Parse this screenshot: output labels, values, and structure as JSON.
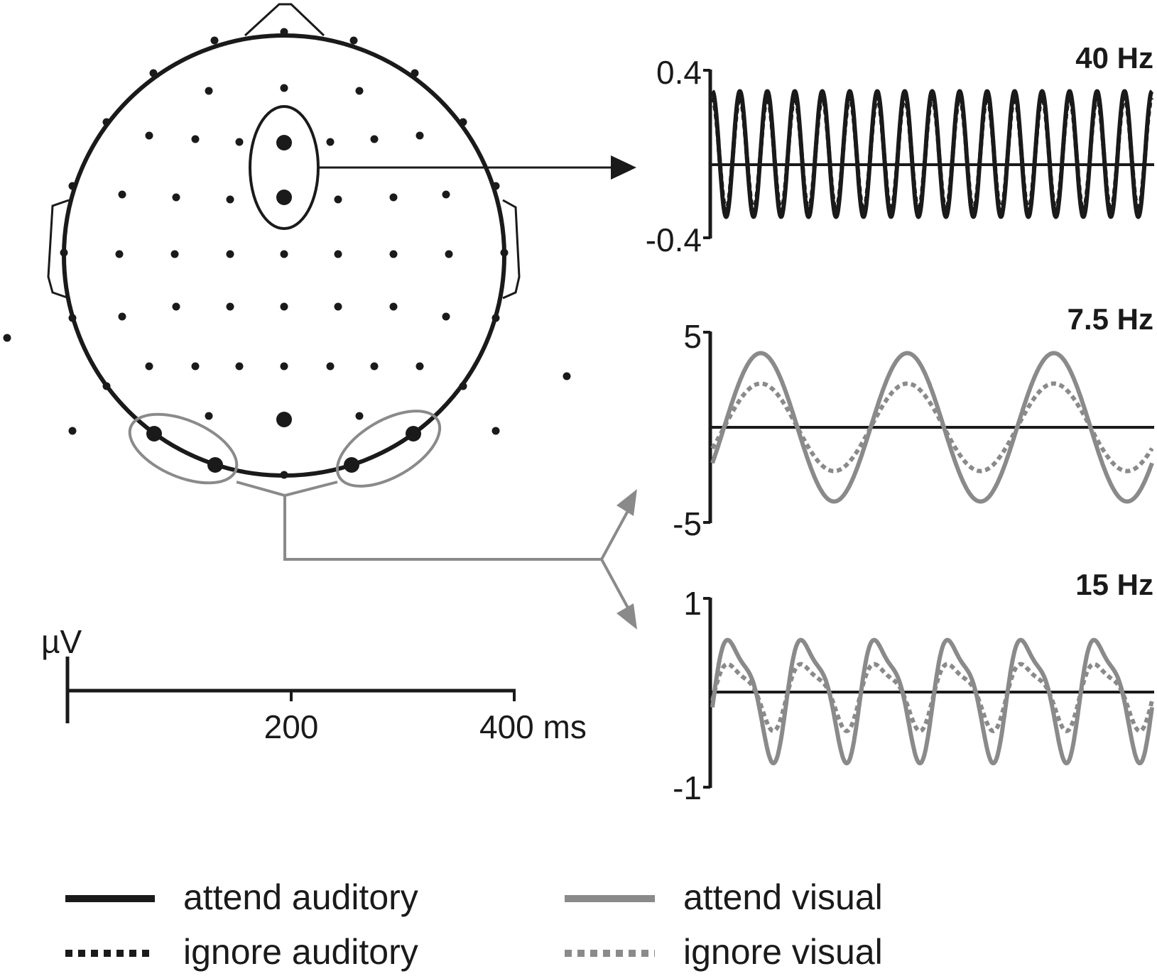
{
  "colors": {
    "auditory": "#1a1a1a",
    "visual": "#8a8a8a",
    "head": "#1a1a1a"
  },
  "head_map": {
    "description_icons": [
      "head-outline",
      "nose",
      "left-ear",
      "right-ear",
      "electrode-dots"
    ],
    "regions": [
      {
        "name": "frontocentral-cluster",
        "color": "auditory",
        "target": "40 Hz"
      },
      {
        "name": "occipital-clusters",
        "color": "visual",
        "target": [
          "7.5 Hz",
          "15 Hz"
        ]
      }
    ]
  },
  "scale_bar": {
    "unit_label": "µV",
    "tick_200": "200",
    "tick_400": "400 ms"
  },
  "panels": [
    {
      "title": "40 Hz",
      "y_top_label": "0.4",
      "y_bottom_label": "-0.4",
      "ylim": [
        -0.4,
        0.4
      ],
      "frequency_hz": 40
    },
    {
      "title": "7.5 Hz",
      "y_top_label": "5",
      "y_bottom_label": "-5",
      "ylim": [
        -5,
        5
      ],
      "frequency_hz": 7.5
    },
    {
      "title": "15 Hz",
      "y_top_label": "1",
      "y_bottom_label": "-1",
      "ylim": [
        -1,
        1
      ],
      "frequency_hz": 15
    }
  ],
  "legend": {
    "attend_auditory": "attend auditory",
    "ignore_auditory": "ignore auditory",
    "attend_visual": "attend visual",
    "ignore_visual": "ignore visual"
  },
  "chart_data": [
    {
      "type": "line",
      "title": "40 Hz",
      "ylim": [
        -0.4,
        0.4
      ],
      "x_unit": "ms",
      "x_range": [
        0,
        400
      ],
      "series": [
        {
          "name": "attend auditory",
          "style": "solid",
          "color": "auditory",
          "frequency_hz": 40,
          "amplitude": 0.3
        },
        {
          "name": "ignore auditory",
          "style": "dotted",
          "color": "auditory",
          "frequency_hz": 40,
          "amplitude": 0.27
        }
      ]
    },
    {
      "type": "line",
      "title": "7.5 Hz",
      "ylim": [
        -5,
        5
      ],
      "x_unit": "ms",
      "x_range": [
        0,
        400
      ],
      "series": [
        {
          "name": "attend visual",
          "style": "solid",
          "color": "visual",
          "frequency_hz": 7.5,
          "amplitude": 3.9
        },
        {
          "name": "ignore visual",
          "style": "dotted",
          "color": "visual",
          "frequency_hz": 7.5,
          "amplitude": 2.3
        }
      ]
    },
    {
      "type": "line",
      "title": "15 Hz",
      "ylim": [
        -1,
        1
      ],
      "x_unit": "ms",
      "x_range": [
        0,
        400
      ],
      "series": [
        {
          "name": "attend visual",
          "style": "solid",
          "color": "visual",
          "frequency_hz": 15,
          "amplitude": 0.7
        },
        {
          "name": "ignore visual",
          "style": "dotted",
          "color": "visual",
          "frequency_hz": 15,
          "amplitude": 0.38
        }
      ]
    }
  ]
}
